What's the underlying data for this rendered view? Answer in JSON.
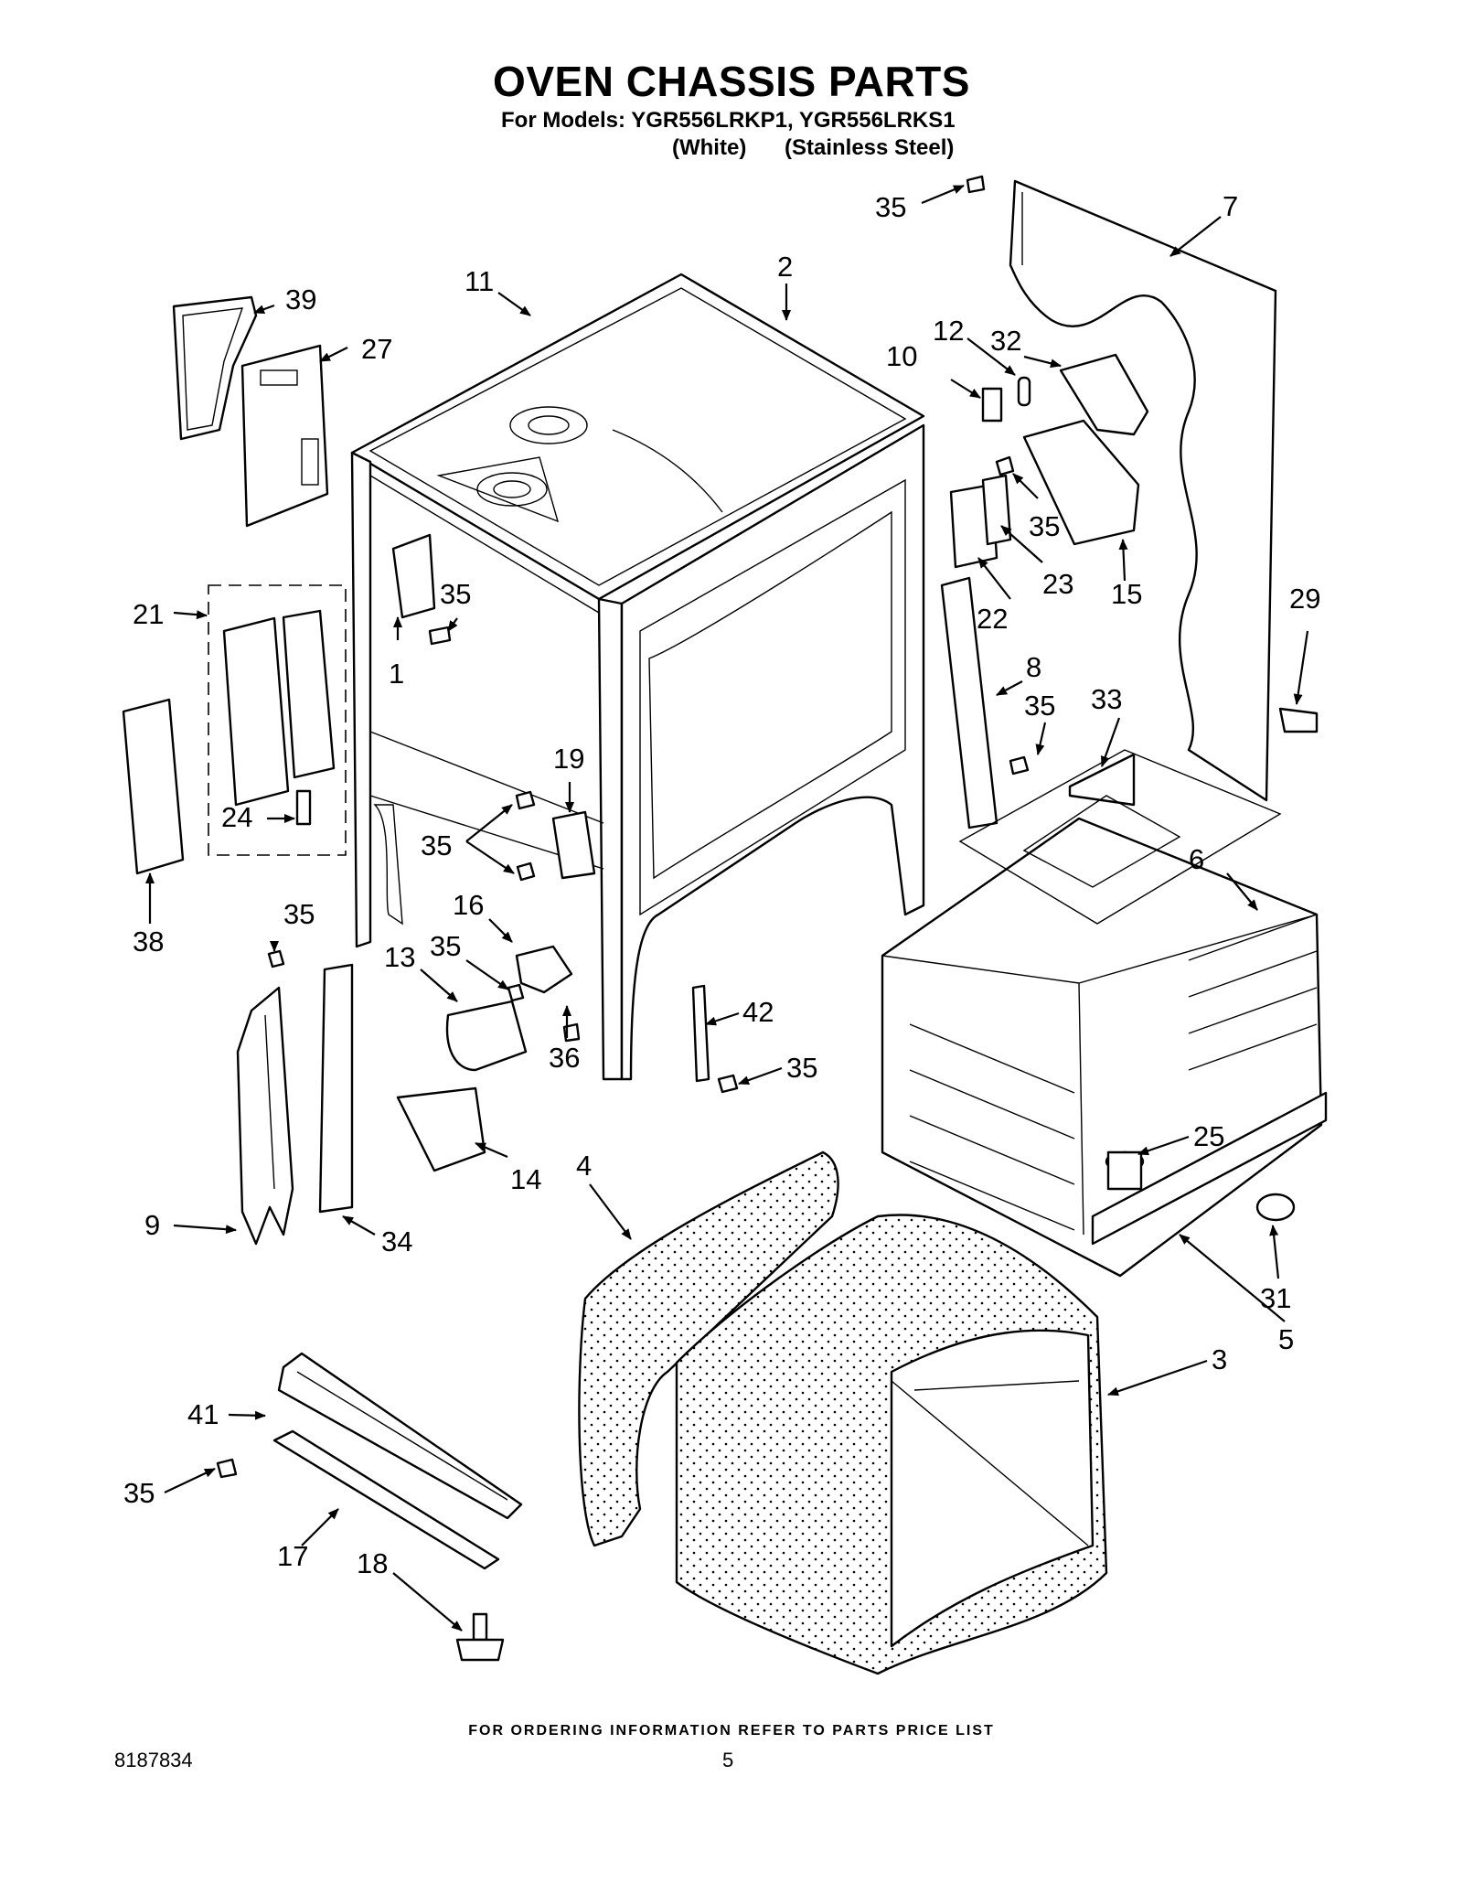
{
  "header": {
    "title": "OVEN CHASSIS PARTS",
    "models_line": "For Models: YGR556LRKP1, YGR556LRKS1",
    "variant_white": "(White)",
    "variant_steel": "(Stainless Steel)"
  },
  "callouts": [
    {
      "id": "c35a",
      "label": "35"
    },
    {
      "id": "c7",
      "label": "7"
    },
    {
      "id": "c39",
      "label": "39"
    },
    {
      "id": "c2",
      "label": "2"
    },
    {
      "id": "c11",
      "label": "11"
    },
    {
      "id": "c27",
      "label": "27"
    },
    {
      "id": "c12",
      "label": "12"
    },
    {
      "id": "c32",
      "label": "32"
    },
    {
      "id": "c10",
      "label": "10"
    },
    {
      "id": "c35b",
      "label": "35"
    },
    {
      "id": "c23",
      "label": "23"
    },
    {
      "id": "c15",
      "label": "15"
    },
    {
      "id": "c35c",
      "label": "35"
    },
    {
      "id": "c21",
      "label": "21"
    },
    {
      "id": "c22",
      "label": "22"
    },
    {
      "id": "c29",
      "label": "29"
    },
    {
      "id": "c1",
      "label": "1"
    },
    {
      "id": "c8",
      "label": "8"
    },
    {
      "id": "c35d",
      "label": "35"
    },
    {
      "id": "c33",
      "label": "33"
    },
    {
      "id": "c19",
      "label": "19"
    },
    {
      "id": "c24",
      "label": "24"
    },
    {
      "id": "c35e",
      "label": "35"
    },
    {
      "id": "c6",
      "label": "6"
    },
    {
      "id": "c38",
      "label": "38"
    },
    {
      "id": "c16",
      "label": "16"
    },
    {
      "id": "c35f",
      "label": "35"
    },
    {
      "id": "c13",
      "label": "13"
    },
    {
      "id": "c35g",
      "label": "35"
    },
    {
      "id": "c42",
      "label": "42"
    },
    {
      "id": "c36",
      "label": "36"
    },
    {
      "id": "c35h",
      "label": "35"
    },
    {
      "id": "c25",
      "label": "25"
    },
    {
      "id": "c14",
      "label": "14"
    },
    {
      "id": "c4",
      "label": "4"
    },
    {
      "id": "c9",
      "label": "9"
    },
    {
      "id": "c34",
      "label": "34"
    },
    {
      "id": "c31",
      "label": "31"
    },
    {
      "id": "c5",
      "label": "5"
    },
    {
      "id": "c3",
      "label": "3"
    },
    {
      "id": "c41",
      "label": "41"
    },
    {
      "id": "c35i",
      "label": "35"
    },
    {
      "id": "c17",
      "label": "17"
    },
    {
      "id": "c18",
      "label": "18"
    }
  ],
  "footer": {
    "note": "FOR ORDERING INFORMATION REFER TO PARTS PRICE LIST",
    "doc_number": "8187834",
    "page_number": "5"
  }
}
